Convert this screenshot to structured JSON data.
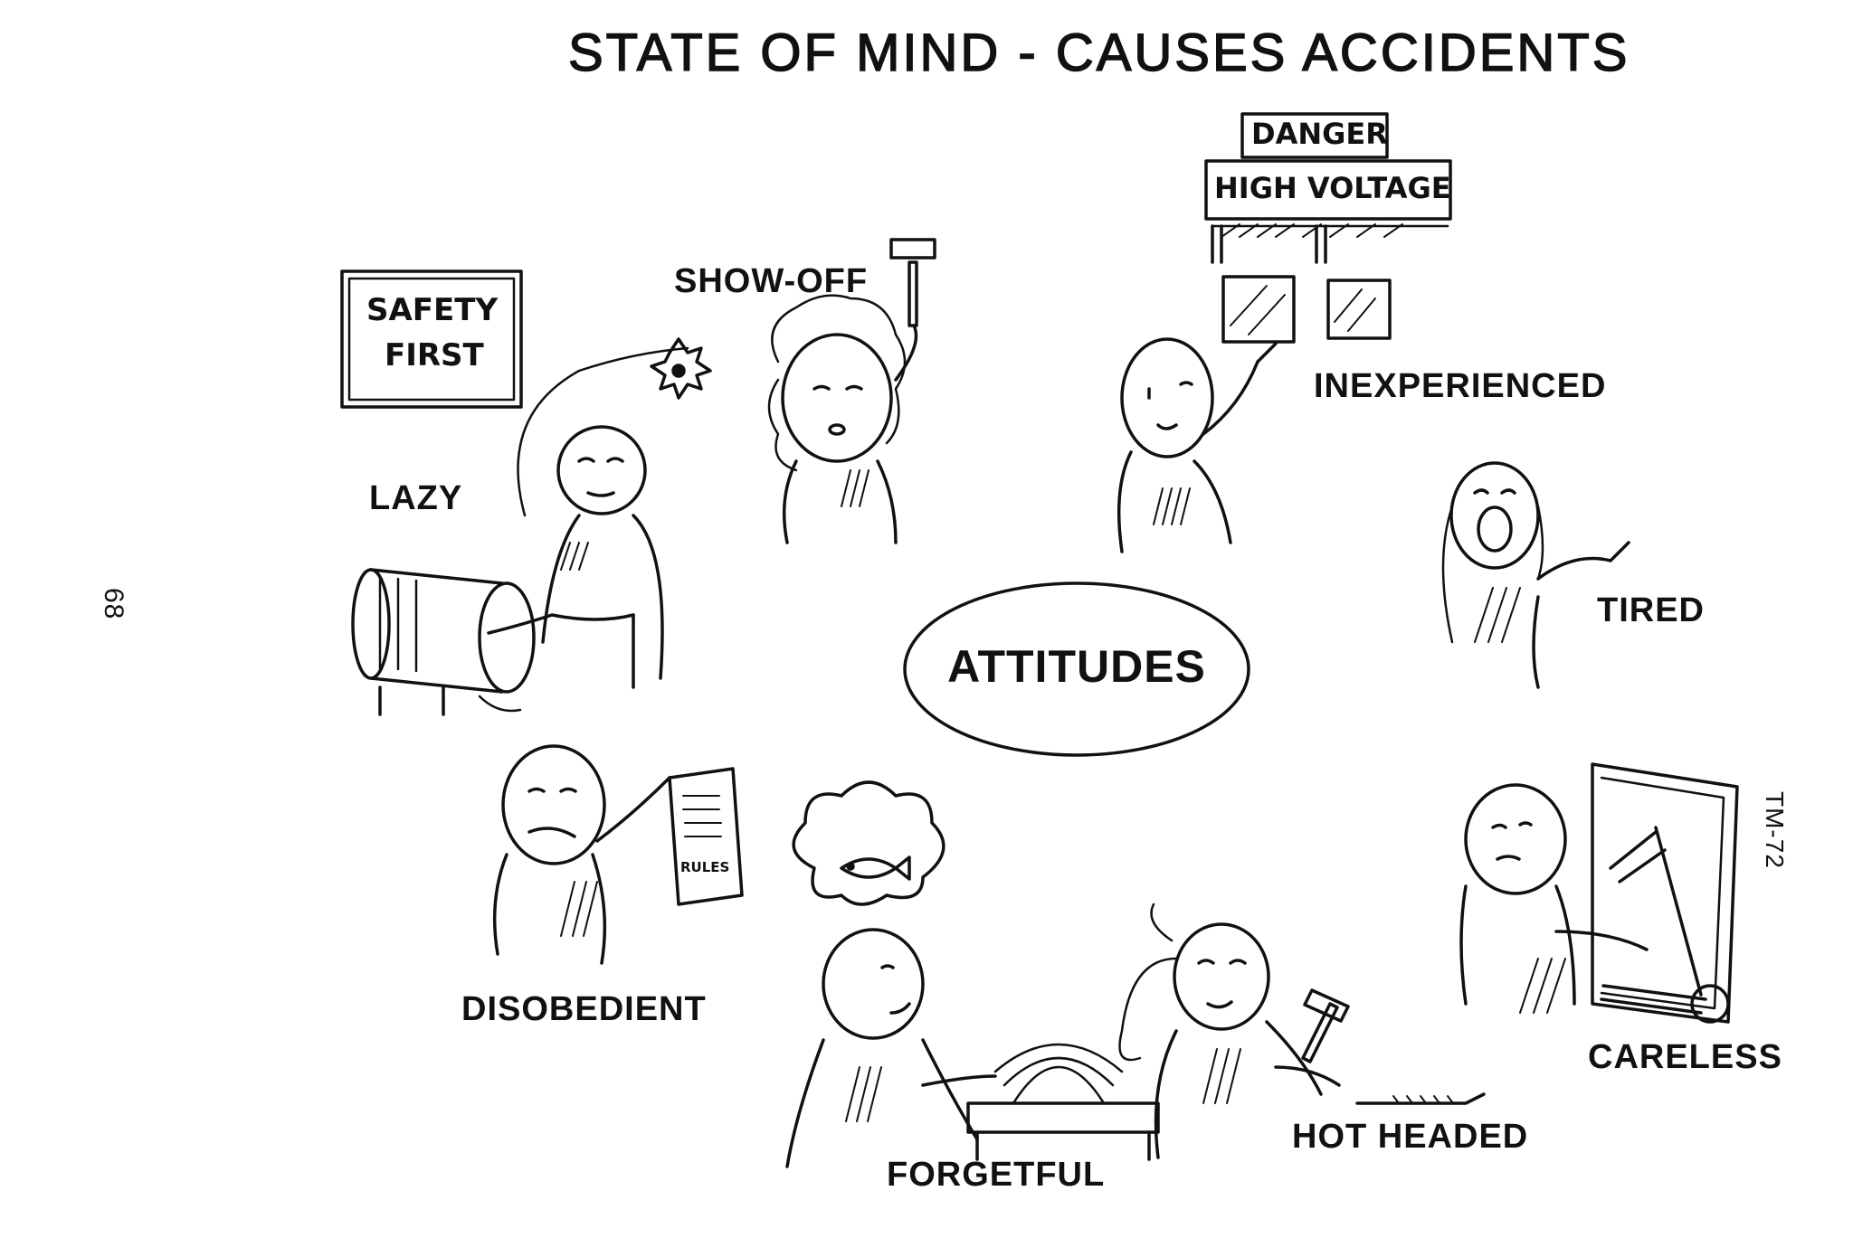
{
  "title": "STATE OF MIND - CAUSES ACCIDENTS",
  "center": "ATTITUDES",
  "attitudes": {
    "show_off": "SHOW-OFF",
    "inexperienced": "INEXPERIENCED",
    "lazy": "LAZY",
    "tired": "TIRED",
    "disobedient": "DISOBEDIENT",
    "careless": "CARELESS",
    "hot_headed": "HOT HEADED",
    "forgetful": "FORGETFUL"
  },
  "signs": {
    "safety_line1": "SAFETY",
    "safety_line2": "FIRST",
    "danger": "DANGER",
    "high_voltage": "HIGH VOLTAGE",
    "rules": "RULES"
  },
  "margin": {
    "page_number": "68",
    "plate_code": "TM-72"
  }
}
